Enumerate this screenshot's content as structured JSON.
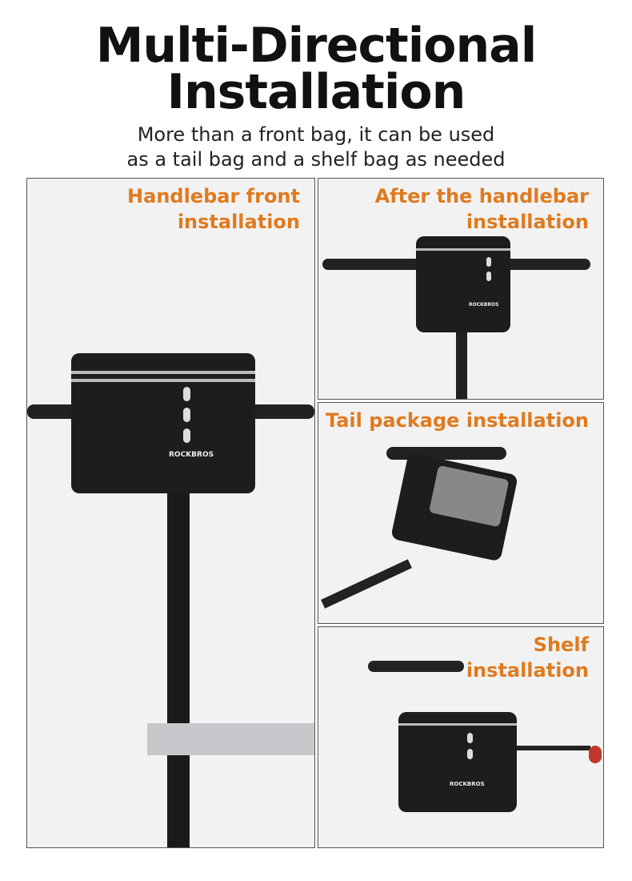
{
  "header": {
    "title_line1": "Multi-Directional",
    "title_line2": "Installation",
    "subtitle_line1": "More than a front bag, it can be used",
    "subtitle_line2": "as a tail bag and a shelf bag as needed"
  },
  "panels": [
    {
      "label_line1": "Handlebar front",
      "label_line2": "installation"
    },
    {
      "label_line1": "After the handlebar",
      "label_line2": "installation"
    },
    {
      "label_line1": "Tail package installation",
      "label_line2": ""
    },
    {
      "label_line1": "Shelf",
      "label_line2": "installation"
    }
  ],
  "brand": "ROCKBROS",
  "colors": {
    "accent": "#e07a1f",
    "panel_bg": "#f2f2f2"
  }
}
